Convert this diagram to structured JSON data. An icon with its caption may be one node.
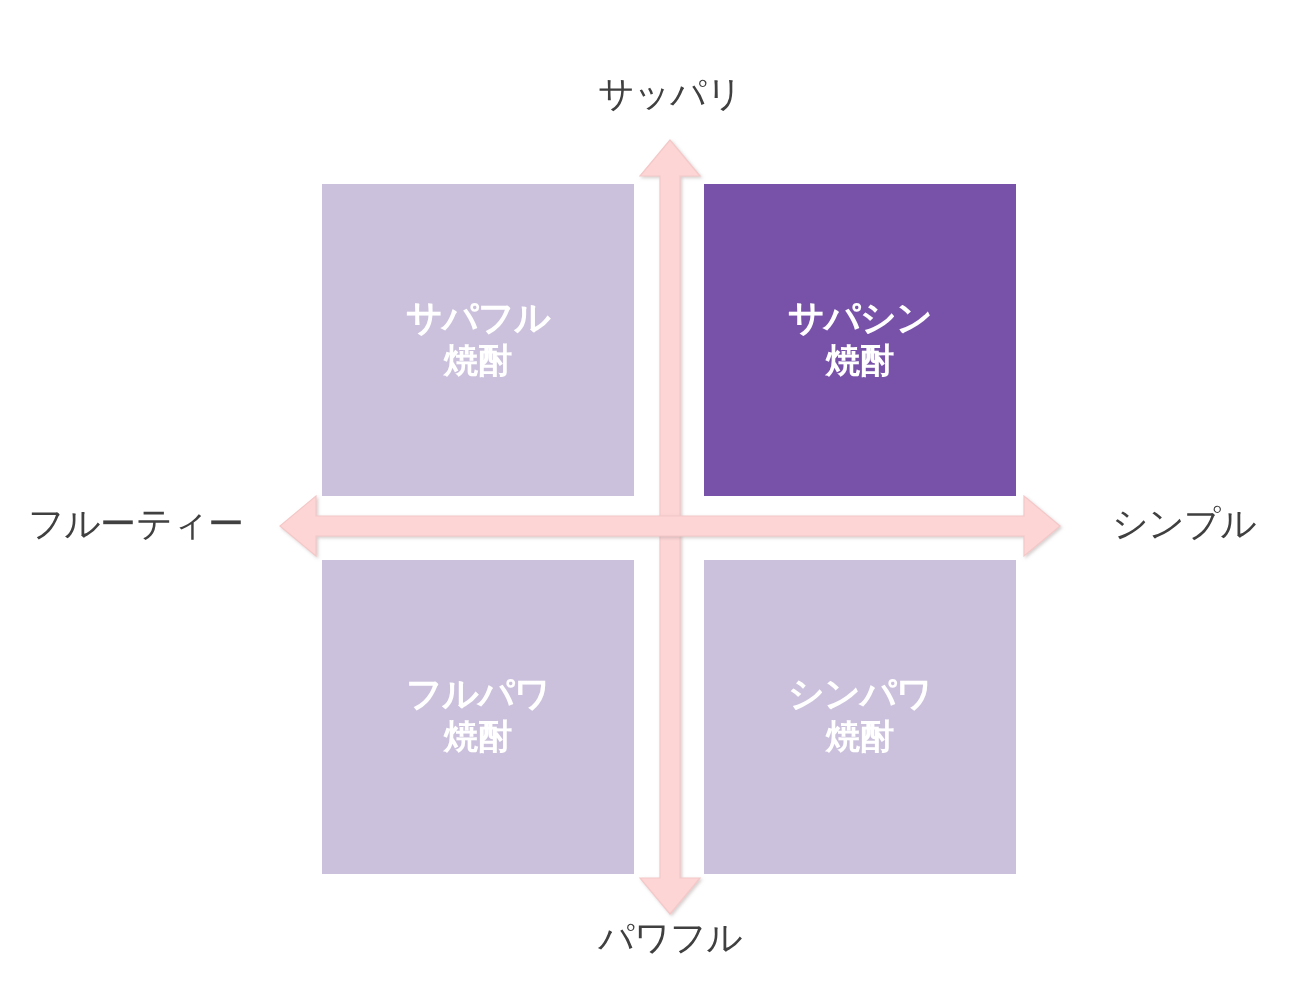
{
  "diagram": {
    "nodes": [
      {
        "text": [
          "サッパリ"
        ]
      },
      {
        "text": [
          "サパフル",
          "焼酎"
        ]
      },
      {
        "text": [
          "サパシン",
          "焼酎"
        ]
      },
      {
        "text": [
          "フルーティー"
        ]
      },
      {
        "text": [
          "シンプル"
        ]
      },
      {
        "text": [
          "フルパワ",
          "焼酎"
        ]
      },
      {
        "text": [
          "シンパワ",
          "焼酎"
        ]
      },
      {
        "text": [
          "パワフル"
        ]
      }
    ],
    "edges": [
      {
        "from": 0,
        "to": 7,
        "arrow": "both"
      },
      {
        "from": 3,
        "to": 4,
        "arrow": "both"
      }
    ]
  }
}
